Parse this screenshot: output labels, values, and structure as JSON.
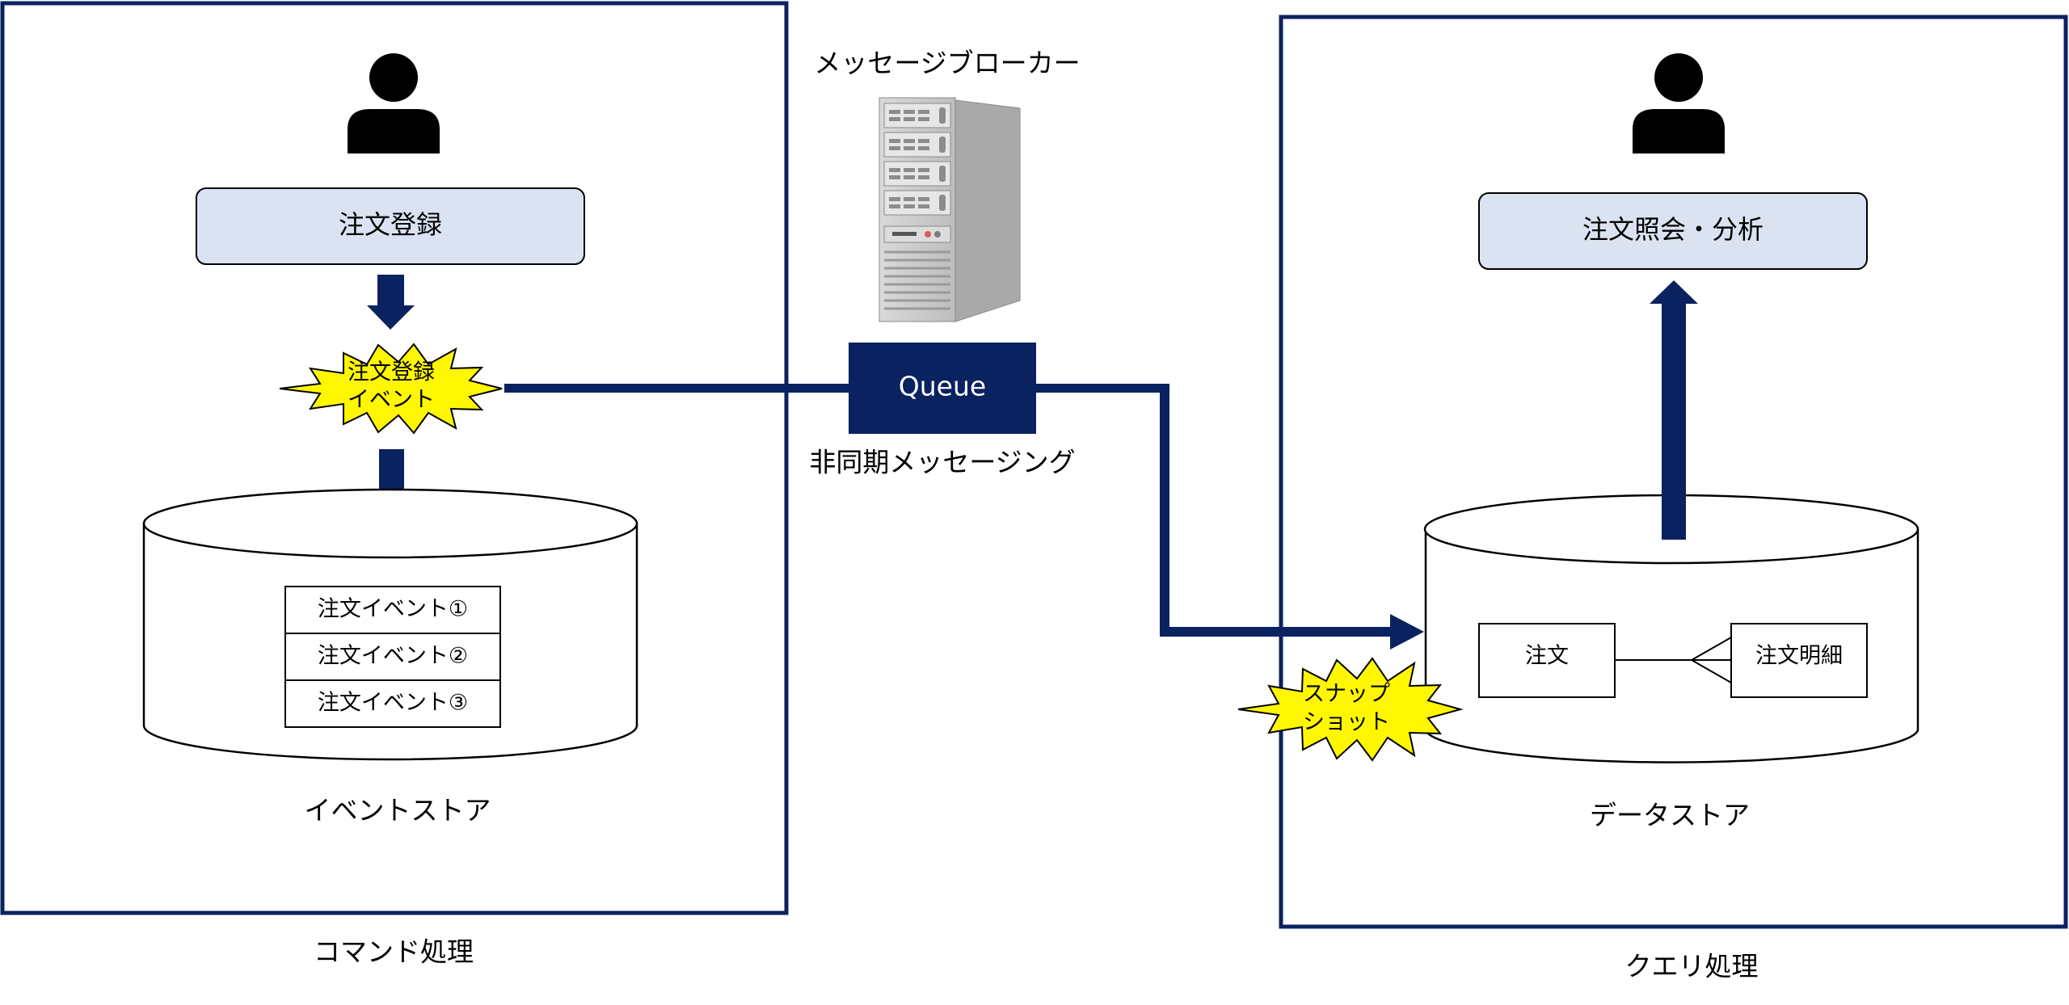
{
  "command_side": {
    "caption": "コマンド処理",
    "action": "注文登録",
    "event_line1": "注文登録",
    "event_line2": "イベント",
    "store_name": "イベントストア",
    "events": [
      "注文イベント①",
      "注文イベント②",
      "注文イベント③"
    ]
  },
  "broker": {
    "label": "メッセージブローカー",
    "queue": "Queue",
    "messaging": "非同期メッセージング"
  },
  "query_side": {
    "caption": "クエリ処理",
    "action": "注文照会・分析",
    "store_name": "データストア",
    "entity_left": "注文",
    "entity_right": "注文明細",
    "snapshot_line1": "スナップ",
    "snapshot_line2": "ショット"
  },
  "colors": {
    "navy": "#0b2260",
    "action_fill": "#dbe3f2",
    "burst_fill": "#fff700"
  }
}
